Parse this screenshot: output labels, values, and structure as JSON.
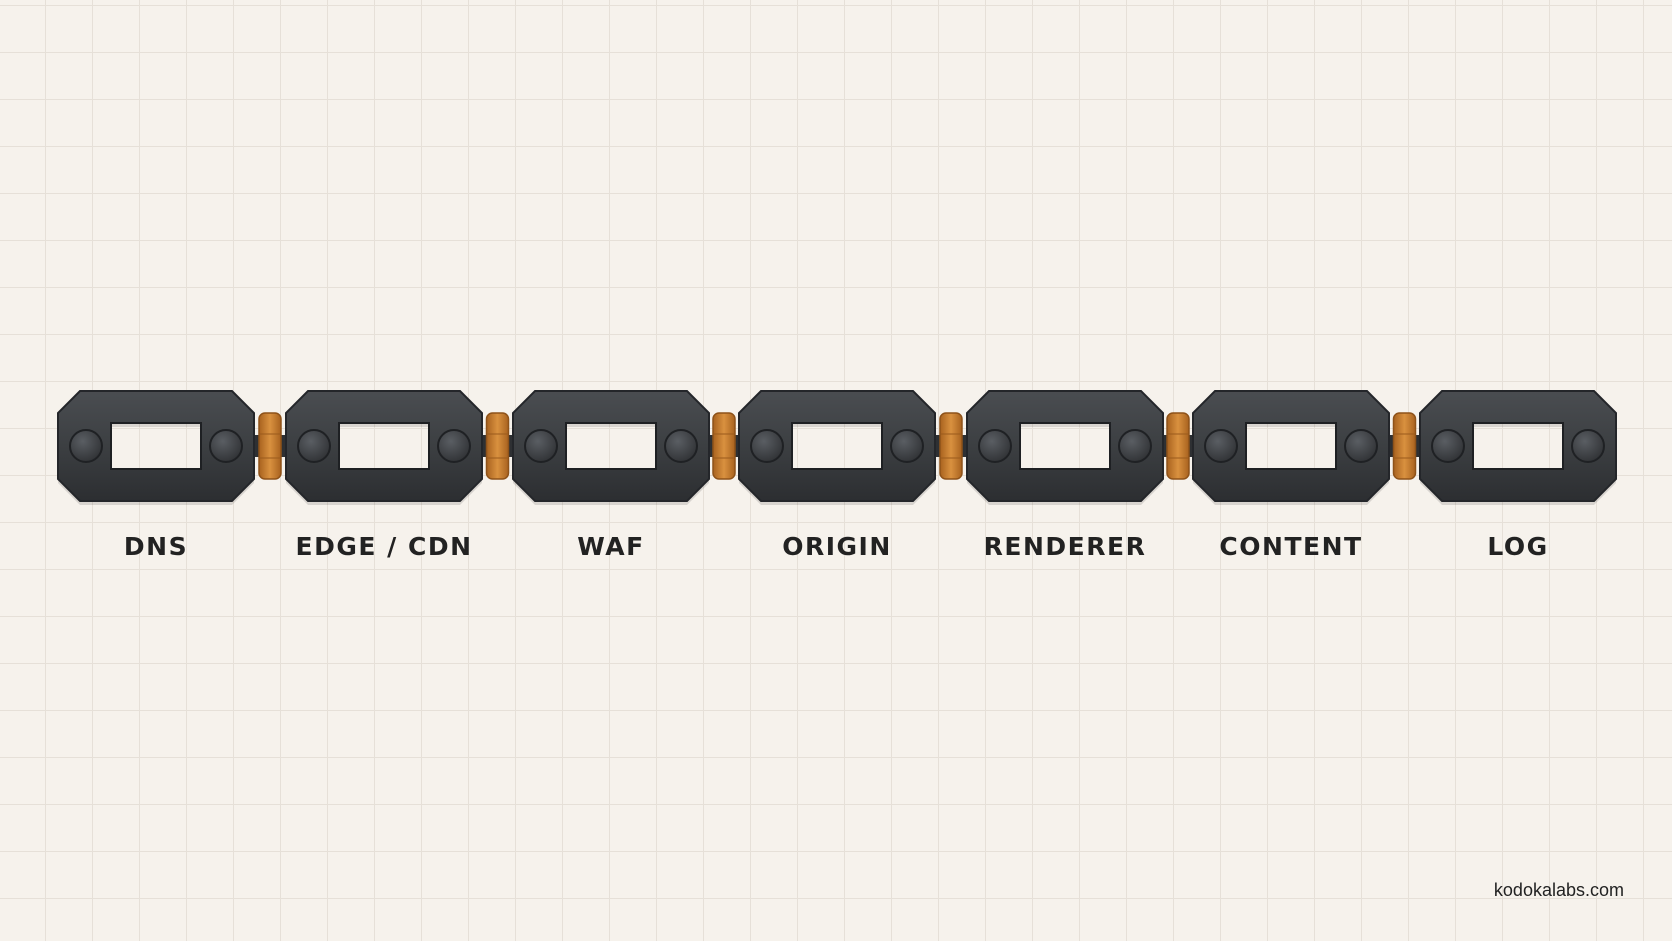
{
  "links": [
    {
      "label": "DNS"
    },
    {
      "label": "EDGE / CDN"
    },
    {
      "label": "WAF"
    },
    {
      "label": "ORIGIN"
    },
    {
      "label": "RENDERER"
    },
    {
      "label": "CONTENT"
    },
    {
      "label": "LOG"
    }
  ],
  "watermark": "kodokalabs.com",
  "colors": {
    "background": "#f6f2ec",
    "grid": "#e6e0d8",
    "link": "#3c3f42",
    "link_edge": "#24262a",
    "connector": "#c57a2d",
    "text": "#222222"
  }
}
